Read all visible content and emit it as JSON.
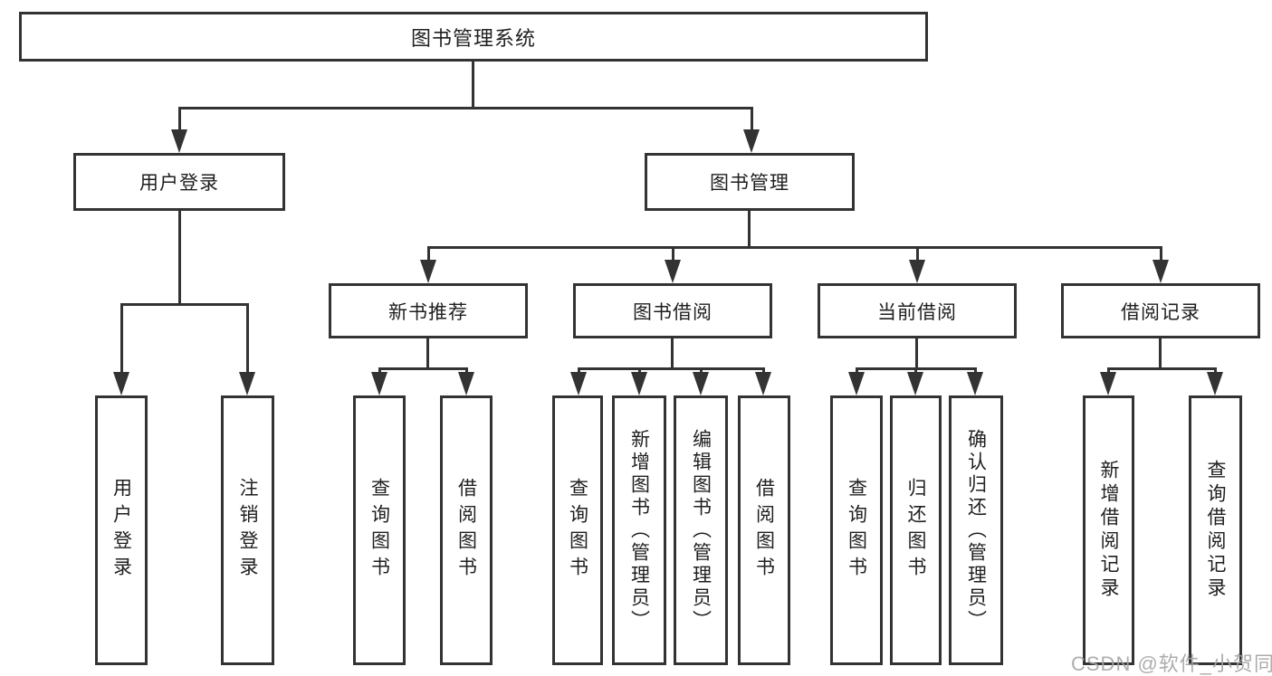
{
  "diagram_title": "图书管理系统",
  "tree": {
    "label": "图书管理系统",
    "children": [
      {
        "label": "用户登录",
        "children": [
          {
            "label": "用户登录"
          },
          {
            "label": "注销登录"
          }
        ]
      },
      {
        "label": "图书管理",
        "children": [
          {
            "label": "新书推荐",
            "children": [
              {
                "label": "查询图书"
              },
              {
                "label": "借阅图书"
              }
            ]
          },
          {
            "label": "图书借阅",
            "children": [
              {
                "label": "查询图书"
              },
              {
                "label": "新增图书（管理员）"
              },
              {
                "label": "编辑图书（管理员）"
              },
              {
                "label": "借阅图书"
              }
            ]
          },
          {
            "label": "当前借阅",
            "children": [
              {
                "label": "查询图书"
              },
              {
                "label": "归还图书"
              },
              {
                "label": "确认归还（管理员）"
              }
            ]
          },
          {
            "label": "借阅记录",
            "children": [
              {
                "label": "新增借阅记录"
              },
              {
                "label": "查询借阅记录"
              }
            ]
          }
        ]
      }
    ]
  },
  "watermark": "CSDN @软件_小贺同学",
  "colors": {
    "line": "#333333",
    "text": "#1f1f1f",
    "background": "#ffffff",
    "watermark": "#a4a4a4"
  }
}
